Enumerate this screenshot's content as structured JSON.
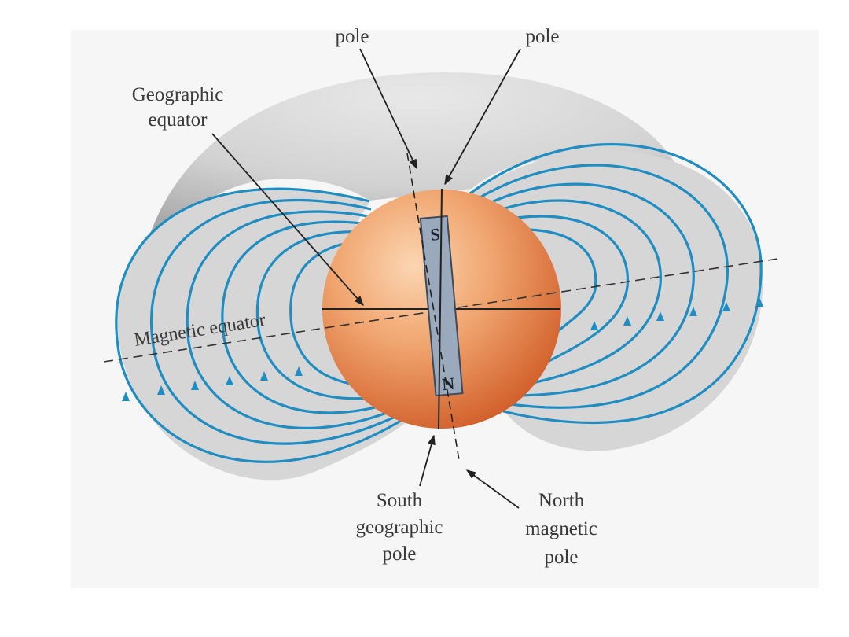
{
  "labels": {
    "top_left_pole_fragment": "pole",
    "top_right_pole_fragment": "pole",
    "geographic_equator": [
      "Geographic",
      "equator"
    ],
    "magnetic_equator": "Magnetic equator",
    "south_geographic_pole": [
      "South",
      "geographic",
      "pole"
    ],
    "north_magnetic_pole": [
      "North",
      "magnetic",
      "pole"
    ]
  },
  "magnet": {
    "top_letter": "S",
    "bottom_letter": "N"
  },
  "colors": {
    "field_line": "#1f8dc2",
    "earth_light": "#f7c69a",
    "earth_dark": "#d9652e",
    "magnet_fill": "#9aa9bb",
    "shell_gray": "#c9c9c9",
    "panel_bg": "#f6f6f6"
  }
}
